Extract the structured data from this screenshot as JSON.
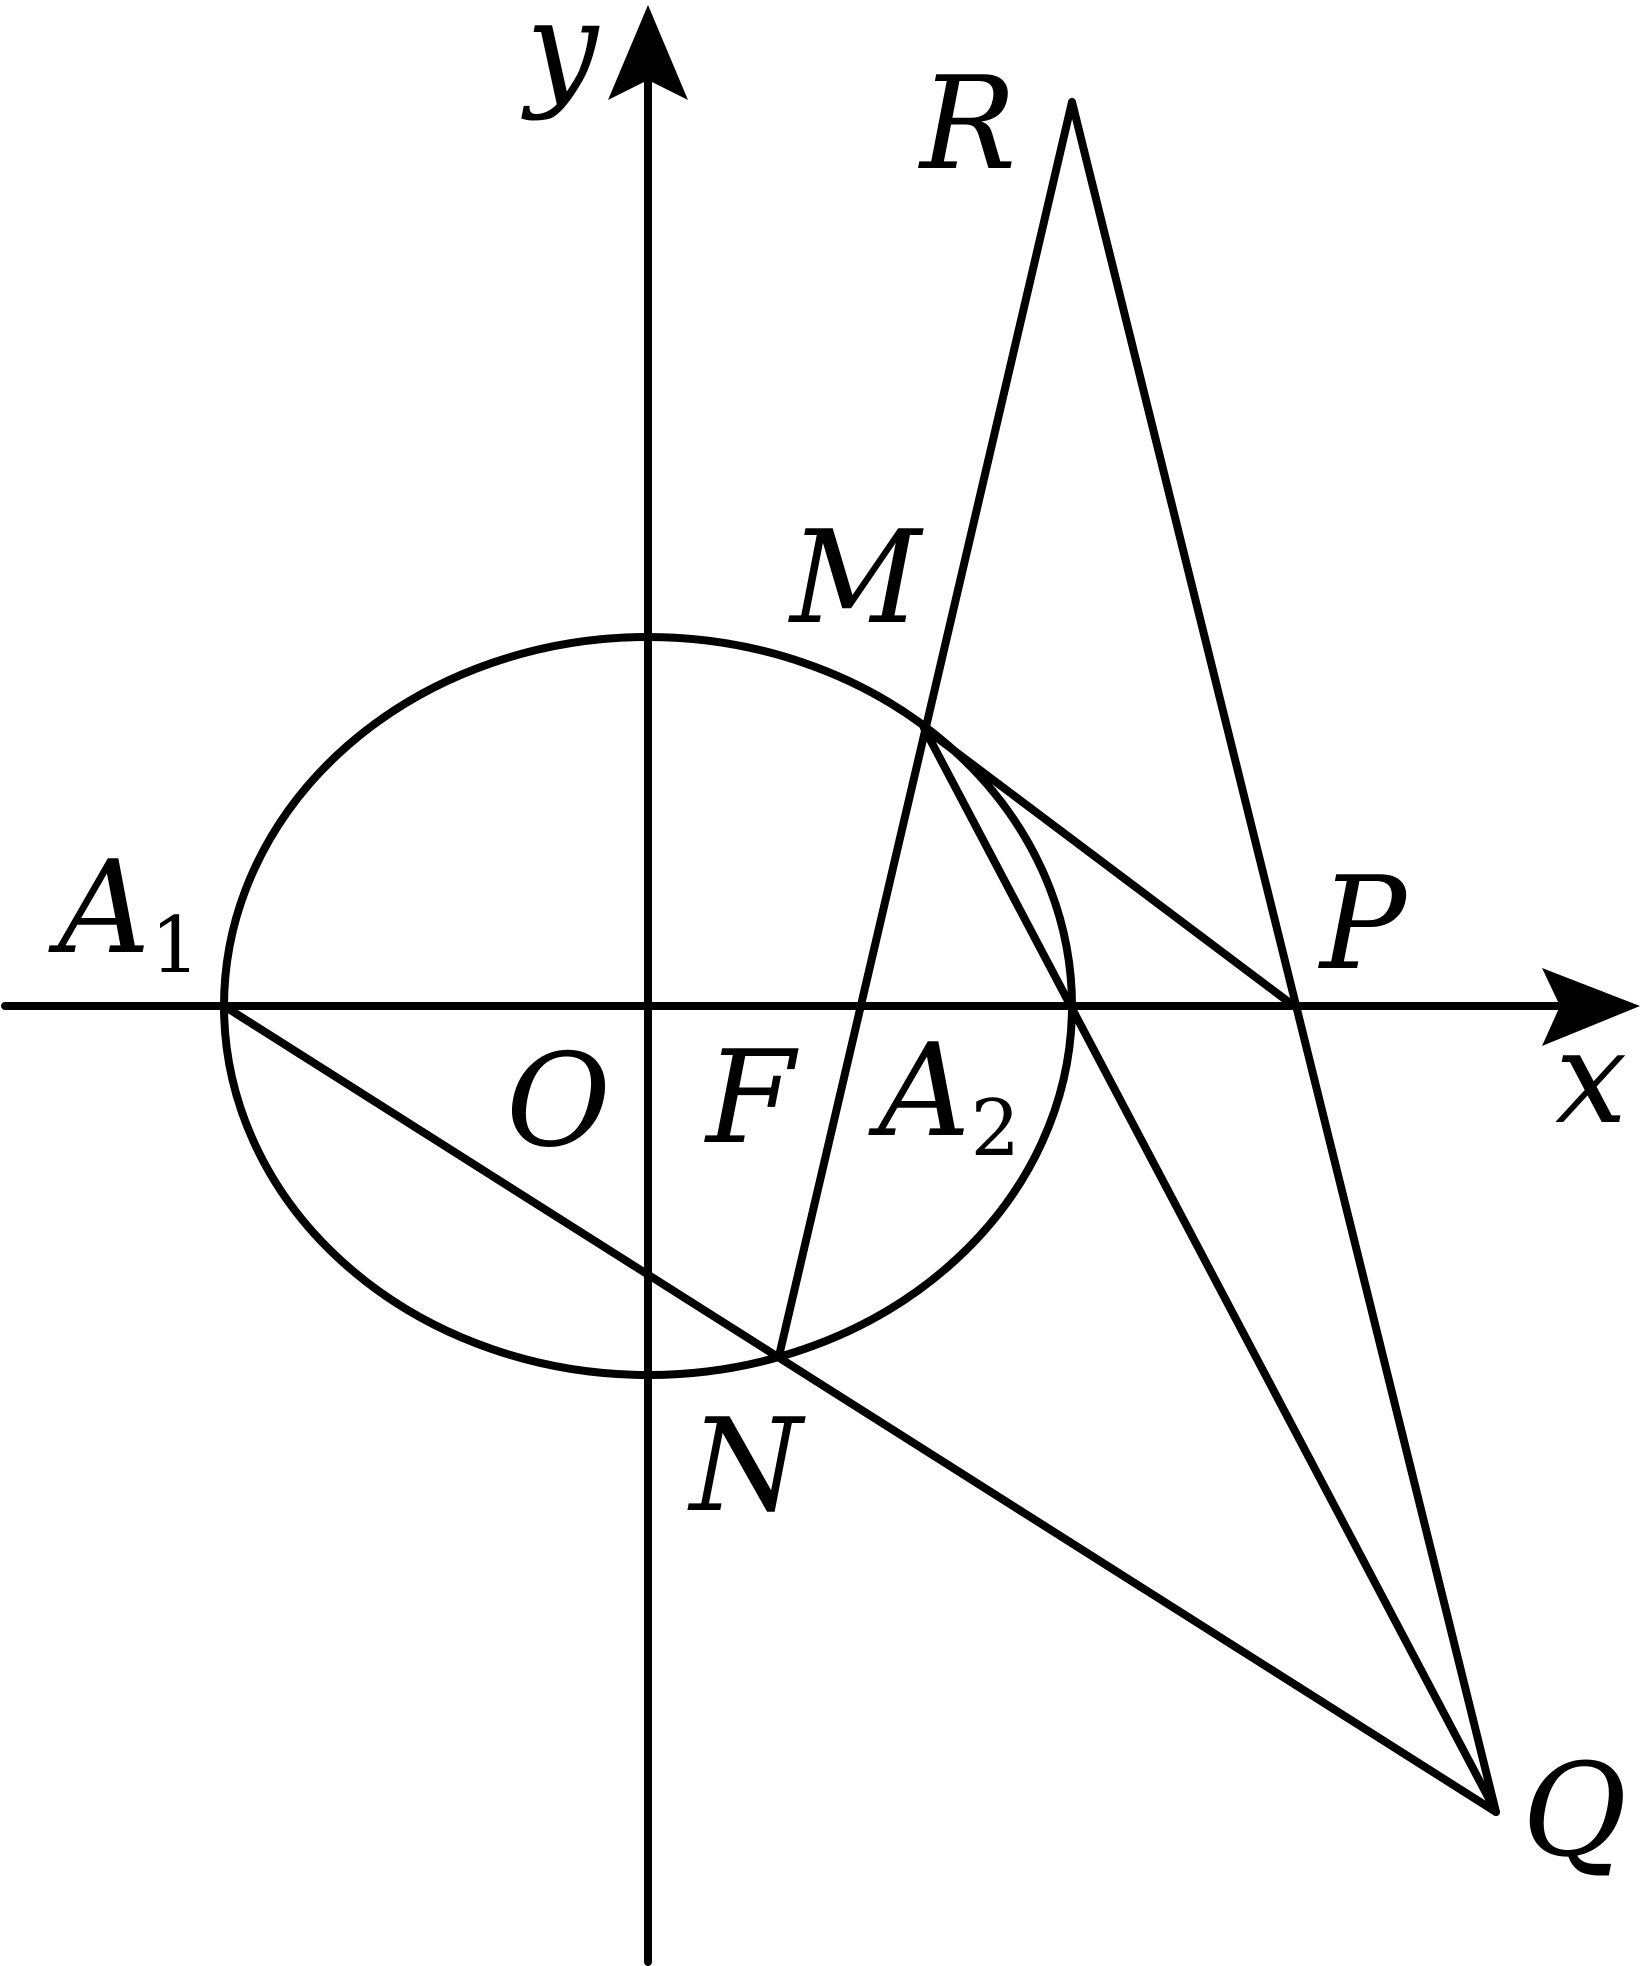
{
  "labels": {
    "y_axis": "y",
    "x_axis": "x",
    "R": "R",
    "M": "M",
    "P": "P",
    "A1": "A",
    "A1_sub": "1",
    "O": "O",
    "F": "F",
    "A2": "A",
    "A2_sub": "2",
    "N": "N",
    "Q": "Q"
  },
  "colors": {
    "stroke": "#000000",
    "background": "#ffffff"
  }
}
